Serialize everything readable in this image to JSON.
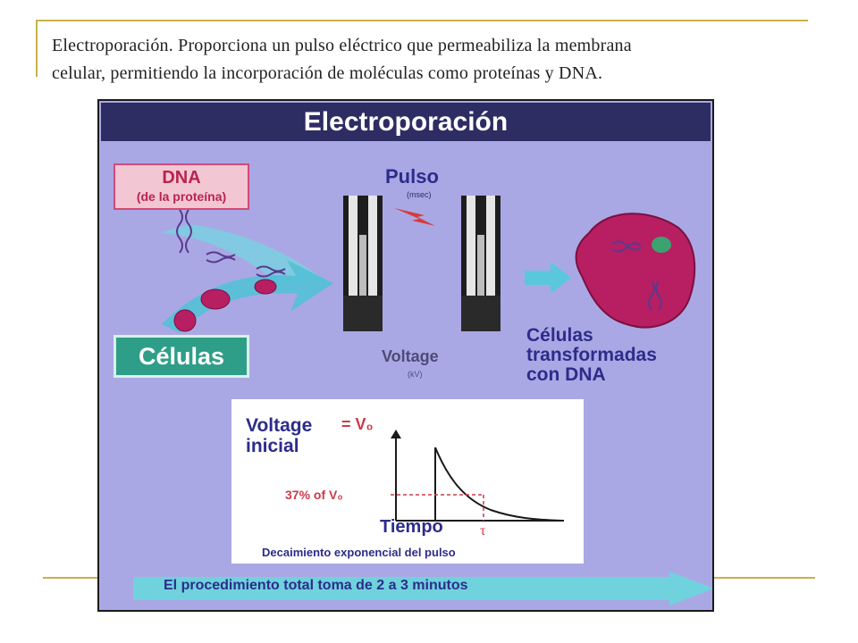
{
  "slide": {
    "caption_line1": "Electroporación. Proporciona un pulso eléctrico que permeabiliza la membrana",
    "caption_line2": "celular, permitiendo la incorporación de moléculas como proteínas y DNA."
  },
  "figure": {
    "title": "Electroporación",
    "dna_label": "DNA",
    "dna_sublabel": "(de la proteína)",
    "cells_label": "Células",
    "pulse_label": "Pulso",
    "pulse_unit": "(msec)",
    "voltage_label": "Voltage",
    "voltage_unit": "(kV)",
    "transformed_line1": "Células",
    "transformed_line2": "transformadas",
    "transformed_line3": "con DNA",
    "graph": {
      "voltage_initial_line1": "Voltage",
      "voltage_initial_line2": "inicial",
      "v0_equals": "= V₀",
      "percent_label": "37% of V₀",
      "time_label": "Tiempo",
      "tau_label": "τ",
      "caption": "Decaimiento exponencial del pulso"
    },
    "bottom_banner": "El procedimiento total  toma de 2 a 3 minutos"
  },
  "colors": {
    "frame_accent": "#c9b24a",
    "figure_background": "#aaa8e4",
    "title_bar": "#2d2c63",
    "dna_pink": "#d24a78",
    "cell_magenta": "#b81e62",
    "teal": "#2f9e88",
    "graph_red": "#cc3a4a"
  }
}
